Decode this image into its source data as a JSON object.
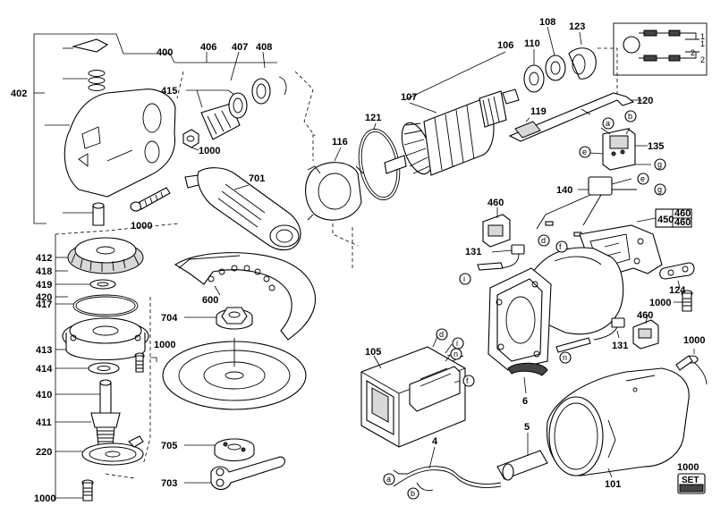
{
  "labels": {
    "p400": "400",
    "p406": "406",
    "p407": "407",
    "p408": "408",
    "p402": "402",
    "p415": "415",
    "p1000a": "1000",
    "p1000b": "1000",
    "p701": "701",
    "p116": "116",
    "p121": "121",
    "p107": "107",
    "p106": "106",
    "p110": "110",
    "p108": "108",
    "p123": "123",
    "p119": "119",
    "p120": "120",
    "p135": "135",
    "p140": "140",
    "p460a": "460",
    "p131a": "131",
    "p450": "450",
    "p460b": "460",
    "p460c": "460",
    "p412": "412",
    "p418": "418",
    "p419": "419",
    "p420": "420",
    "p417": "417",
    "p413": "413",
    "p414": "414",
    "p410": "410",
    "p411": "411",
    "p220": "220",
    "p1000c": "1000",
    "p1000d": "1000",
    "p600": "600",
    "p704": "704",
    "p705": "705",
    "p703": "703",
    "p105": "105",
    "p6": "6",
    "p124": "124",
    "p1000e": "1000",
    "p460d": "460",
    "p131b": "131",
    "p1000f": "1000",
    "p4": "4",
    "p5": "5",
    "p101": "101",
    "p1000g": "1000",
    "set": "SET"
  },
  "circled": {
    "a1": "a",
    "b1": "b",
    "e1": "e",
    "g1": "g",
    "e2": "e",
    "g2": "g",
    "d1": "d",
    "f1": "f",
    "i1": "i",
    "d2": "d",
    "i2": "i",
    "n1": "n",
    "f2": "f",
    "n2": "n",
    "a2": "a",
    "b2": "b"
  },
  "schematic": {
    "terminals": [
      "1",
      "1",
      "2",
      "2"
    ]
  }
}
